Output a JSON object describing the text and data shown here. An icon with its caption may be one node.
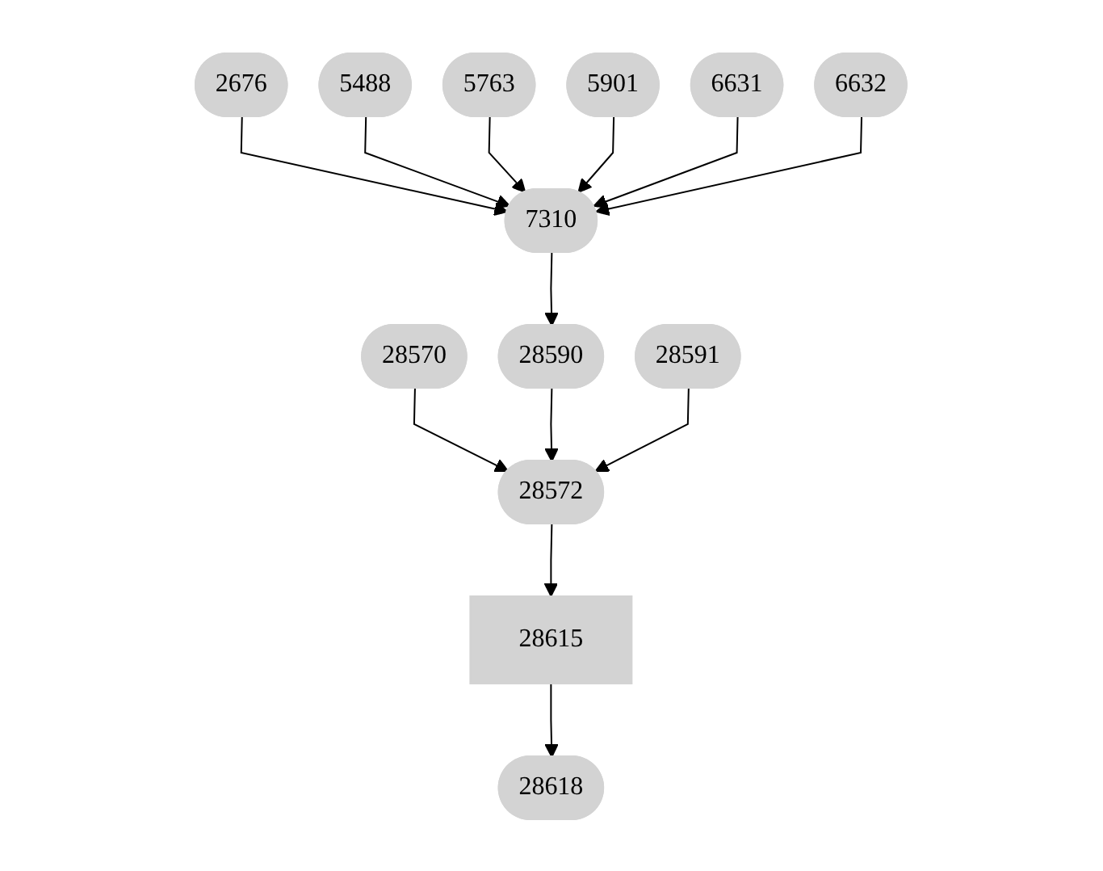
{
  "diagram": {
    "nodes": [
      {
        "text": [
          "2676"
        ]
      },
      {
        "text": [
          "5488"
        ]
      },
      {
        "text": [
          "5763"
        ]
      },
      {
        "text": [
          "5901"
        ]
      },
      {
        "text": [
          "6631"
        ]
      },
      {
        "text": [
          "6632"
        ]
      },
      {
        "text": [
          "7310"
        ]
      },
      {
        "text": [
          "28570"
        ]
      },
      {
        "text": [
          "28590"
        ]
      },
      {
        "text": [
          "28591"
        ]
      },
      {
        "text": [
          "28572"
        ]
      },
      {
        "text": [
          "28615"
        ]
      },
      {
        "text": [
          "28618"
        ]
      }
    ],
    "edges": [
      {
        "from": 0,
        "to": 6,
        "arrow": "to"
      },
      {
        "from": 1,
        "to": 6,
        "arrow": "to"
      },
      {
        "from": 2,
        "to": 6,
        "arrow": "to"
      },
      {
        "from": 3,
        "to": 6,
        "arrow": "to"
      },
      {
        "from": 4,
        "to": 6,
        "arrow": "to"
      },
      {
        "from": 5,
        "to": 6,
        "arrow": "to"
      },
      {
        "from": 6,
        "to": 8,
        "arrow": "to"
      },
      {
        "from": 7,
        "to": 10,
        "arrow": "to"
      },
      {
        "from": 8,
        "to": 10,
        "arrow": "to"
      },
      {
        "from": 9,
        "to": 10,
        "arrow": "to"
      },
      {
        "from": 10,
        "to": 11,
        "arrow": "to"
      },
      {
        "from": 11,
        "to": 12,
        "arrow": "to"
      }
    ]
  }
}
